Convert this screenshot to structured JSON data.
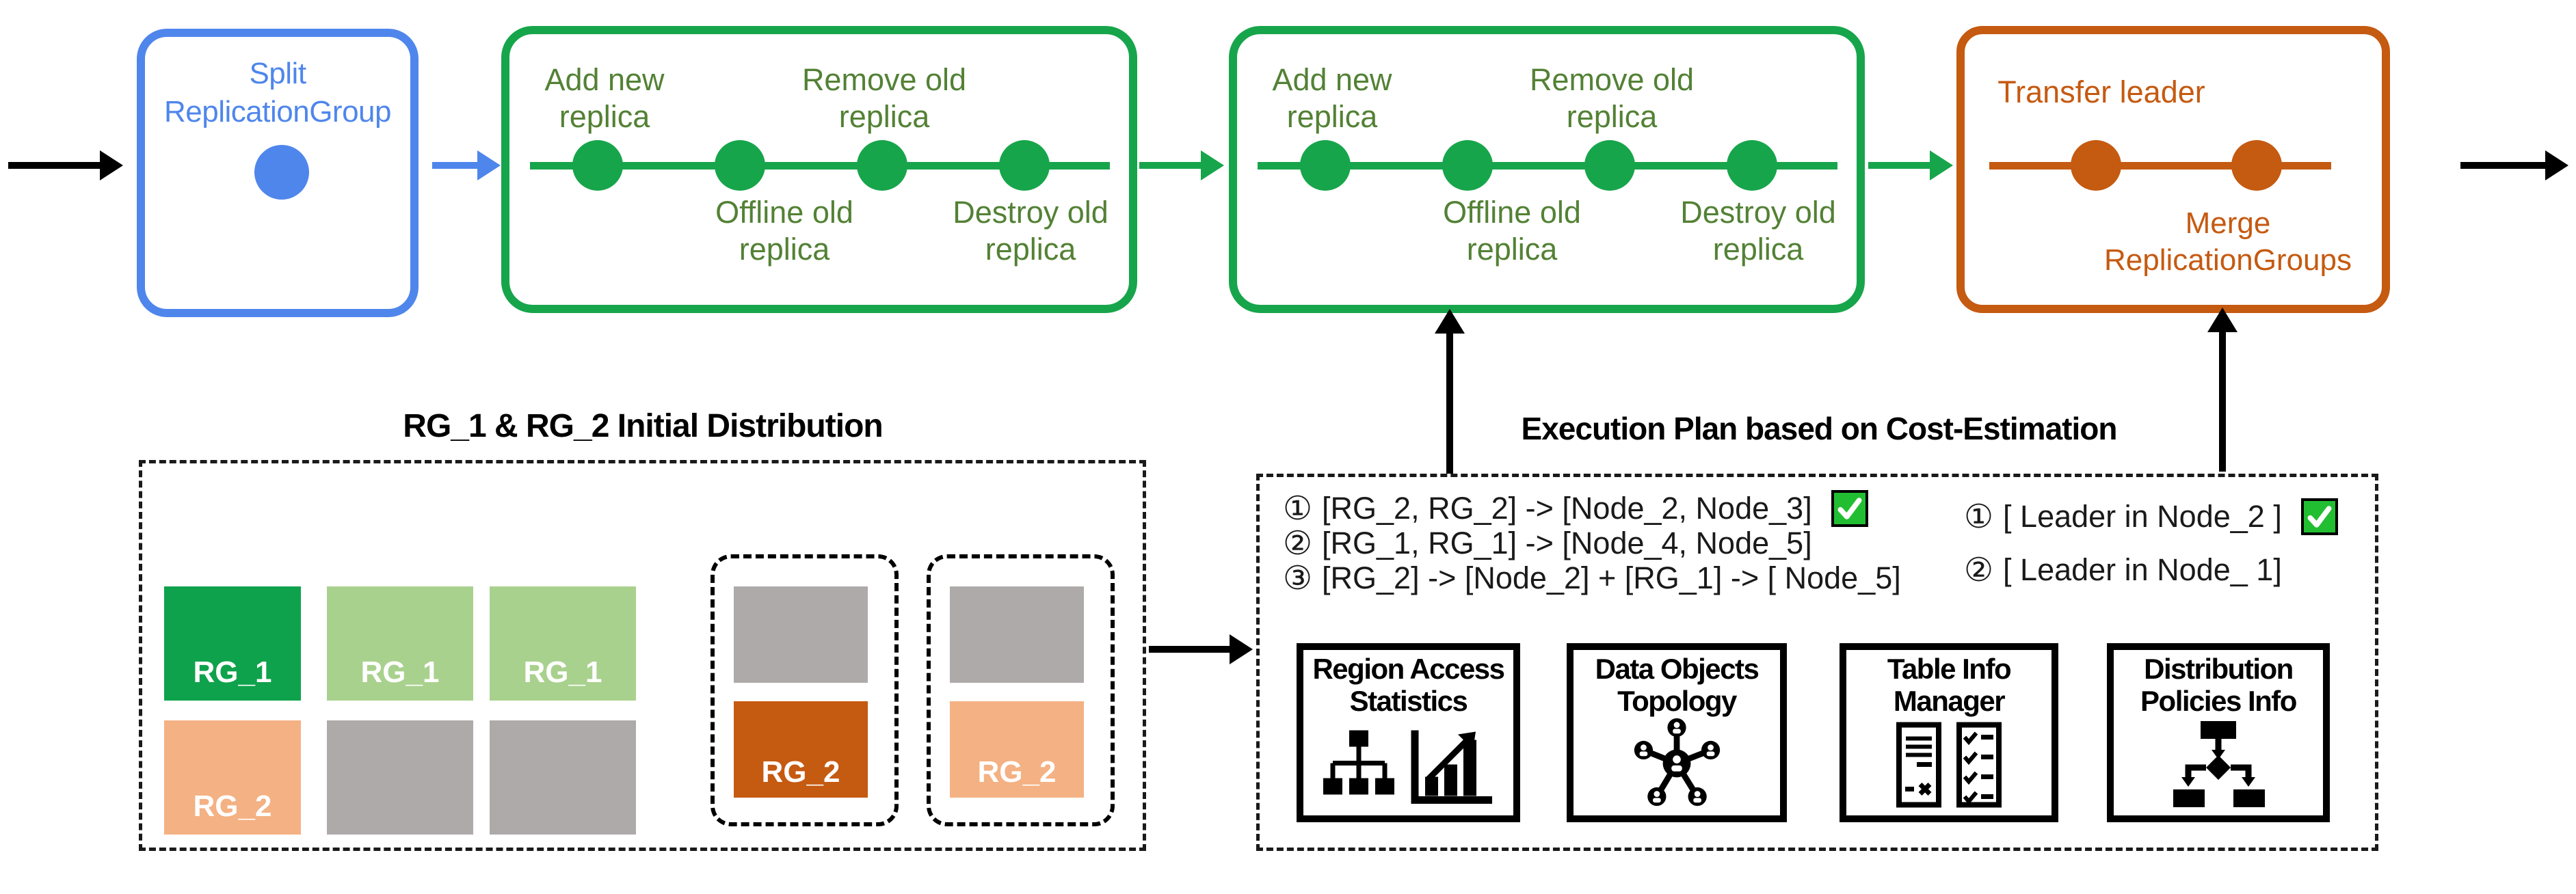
{
  "colors": {
    "blue": "#4f86ec",
    "green": "#17a54b",
    "green_text": "#538135",
    "green_block_dark": "#0fa24c",
    "green_block_light": "#a9d18e",
    "orange": "#c55a11",
    "orange_light": "#f4b183",
    "gray_block": "#aeaaaa",
    "check_green": "#22be32"
  },
  "pipeline": {
    "split_box": {
      "title": "Split ReplicationGroup"
    },
    "replica_steps": {
      "add": "Add new replica",
      "offline": "Offline old replica",
      "remove": "Remove old replica",
      "destroy": "Destroy old replica"
    },
    "merge_box": {
      "transfer_label": "Transfer leader",
      "merge_label": "Merge ReplicationGroups"
    }
  },
  "initial_distribution": {
    "title": "RG_1 & RG_2 Initial Distribution",
    "blocks": [
      {
        "label": "RG_1",
        "variant": "green-dark"
      },
      {
        "label": "RG_1",
        "variant": "green-light"
      },
      {
        "label": "RG_1",
        "variant": "green-light"
      },
      {
        "label": "RG_2",
        "variant": "orange-light"
      },
      {
        "label": "",
        "variant": "gray"
      },
      {
        "label": "",
        "variant": "gray"
      }
    ],
    "node_groups": [
      {
        "top_label": "",
        "bottom_label": "RG_2",
        "variant": "orange-dark"
      },
      {
        "top_label": "",
        "bottom_label": "RG_2",
        "variant": "orange-light"
      }
    ]
  },
  "execution_plan": {
    "title": "Execution Plan based on Cost-Estimation",
    "placement_steps": [
      {
        "num": "①",
        "text": "[RG_2, RG_2] -> [Node_2, Node_3]",
        "checked": true
      },
      {
        "num": "②",
        "text": "[RG_1, RG_1] -> [Node_4, Node_5]",
        "checked": false
      },
      {
        "num": "③",
        "text": "[RG_2] -> [Node_2] + [RG_1] -> [ Node_5]",
        "checked": false
      }
    ],
    "leader_steps": [
      {
        "num": "①",
        "text": "[ Leader in Node_2 ]",
        "checked": true
      },
      {
        "num": "②",
        "text": "[ Leader in Node_ 1]",
        "checked": false
      }
    ],
    "sources": [
      {
        "title": "Region Access Statistics",
        "icons": [
          "org-chart-icon",
          "bar-chart-icon"
        ]
      },
      {
        "title": "Data Objects Topology",
        "icons": [
          "network-topology-icon"
        ]
      },
      {
        "title": "Table Info Manager",
        "icons": [
          "document-list-icon",
          "checklist-icon"
        ]
      },
      {
        "title": "Distribution Policies Info",
        "icons": [
          "flowchart-icon"
        ]
      }
    ]
  }
}
